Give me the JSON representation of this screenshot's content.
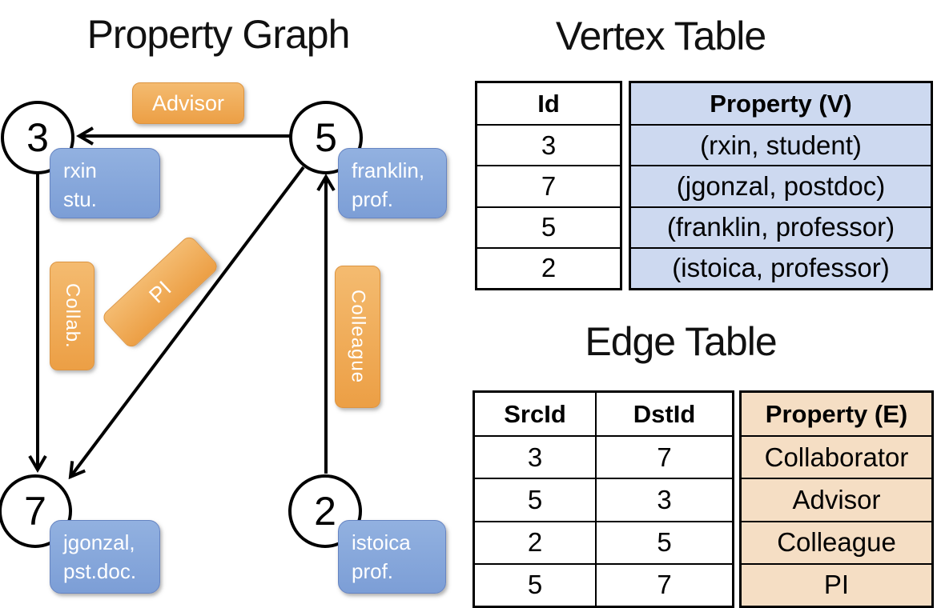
{
  "graph": {
    "title": "Property Graph",
    "nodes": [
      {
        "id": "3",
        "label_lines": [
          "rxin",
          "stu."
        ]
      },
      {
        "id": "5",
        "label_lines": [
          "franklin,",
          "prof."
        ]
      },
      {
        "id": "7",
        "label_lines": [
          "jgonzal,",
          "pst.doc."
        ]
      },
      {
        "id": "2",
        "label_lines": [
          "istoica",
          "prof."
        ]
      }
    ],
    "edge_labels": {
      "advisor": "Advisor",
      "collab": "Collab.",
      "pi": "PI",
      "colleague": "Colleague"
    }
  },
  "vertex_table": {
    "title": "Vertex Table",
    "columns": [
      "Id",
      "Property (V)"
    ],
    "rows": [
      [
        "3",
        "(rxin, student)"
      ],
      [
        "7",
        "(jgonzal, postdoc)"
      ],
      [
        "5",
        "(franklin, professor)"
      ],
      [
        "2",
        "(istoica, professor)"
      ]
    ]
  },
  "edge_table": {
    "title": "Edge Table",
    "columns": [
      "SrcId",
      "DstId",
      "Property (E)"
    ],
    "rows": [
      [
        "3",
        "7",
        "Collaborator"
      ],
      [
        "5",
        "3",
        "Advisor"
      ],
      [
        "2",
        "5",
        "Colleague"
      ],
      [
        "5",
        "7",
        "PI"
      ]
    ]
  },
  "colors": {
    "edge_label_orange": "#ec9f45",
    "vertex_label_blue": "#7c9ed6",
    "vertex_property_fill": "#cdd9f0",
    "edge_property_fill": "#f5dec4"
  }
}
